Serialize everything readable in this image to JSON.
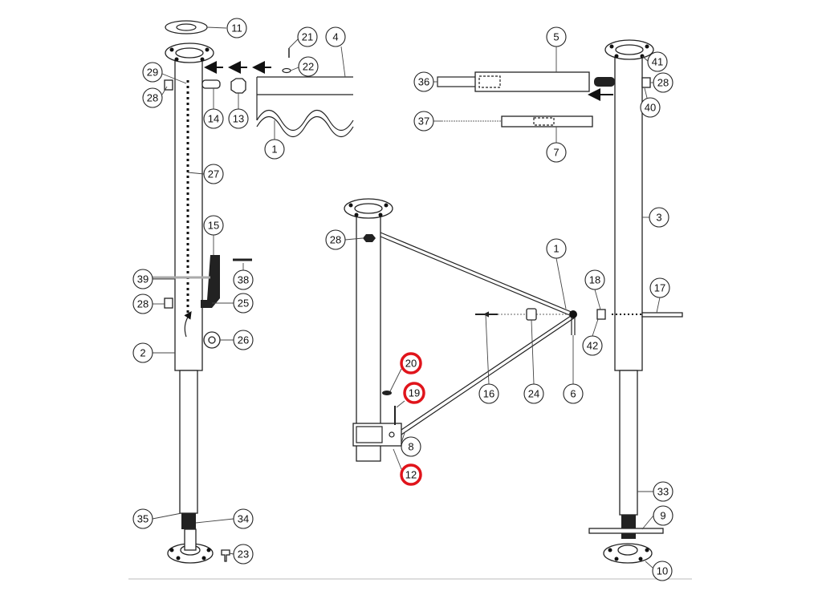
{
  "diagram": {
    "highlight_color": "#e0141b",
    "callouts": {
      "c11": "11",
      "c21": "21",
      "c4": "4",
      "c22": "22",
      "c29": "29",
      "c28a": "28",
      "c14": "14",
      "c13": "13",
      "c1a": "1",
      "c27": "27",
      "c15": "15",
      "c38": "38",
      "c39": "39",
      "c28b": "28",
      "c25": "25",
      "c26": "26",
      "c2": "2",
      "c35": "35",
      "c34": "34",
      "c23": "23",
      "c5": "5",
      "c36": "36",
      "c41": "41",
      "c28c": "28",
      "c40": "40",
      "c37": "37",
      "c7": "7",
      "c3": "3",
      "c28d": "28",
      "c1b": "1",
      "c18": "18",
      "c17": "17",
      "c42": "42",
      "c16": "16",
      "c24": "24",
      "c6": "6",
      "c20": "20",
      "c19": "19",
      "c8": "8",
      "c12": "12",
      "c33": "33",
      "c9": "9",
      "c10": "10"
    },
    "highlighted_parts": [
      "20",
      "19",
      "12"
    ]
  }
}
